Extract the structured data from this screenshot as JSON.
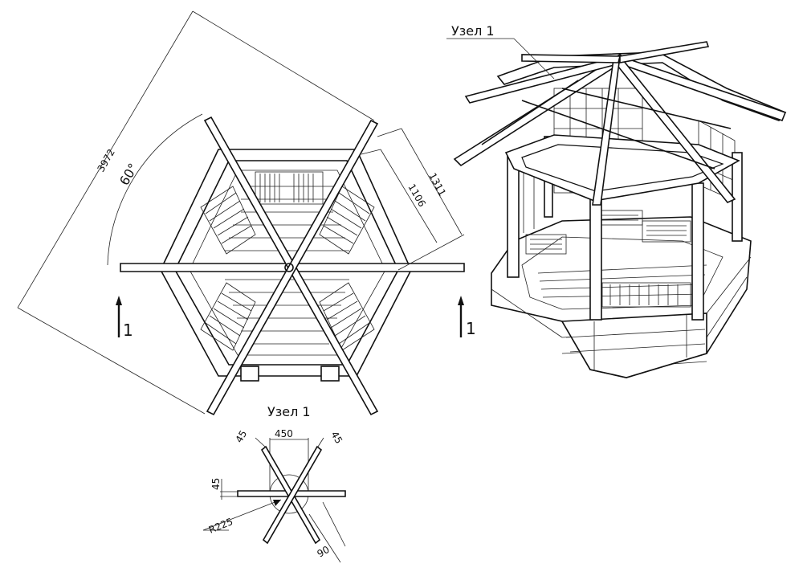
{
  "plan_view": {
    "dim_overall": "3972",
    "dim_angle": "60°",
    "dim_outer_side": "1311",
    "dim_inner_side": "1106",
    "section_mark_left": "1",
    "section_mark_right": "1"
  },
  "isometric_view": {
    "callout_label": "Узел 1"
  },
  "node_detail": {
    "title": "Узел 1",
    "dim_top_left": "45",
    "dim_top": "450",
    "dim_top_right": "45",
    "dim_left": "45",
    "dim_radius": "R225",
    "dim_bottom": "90"
  }
}
